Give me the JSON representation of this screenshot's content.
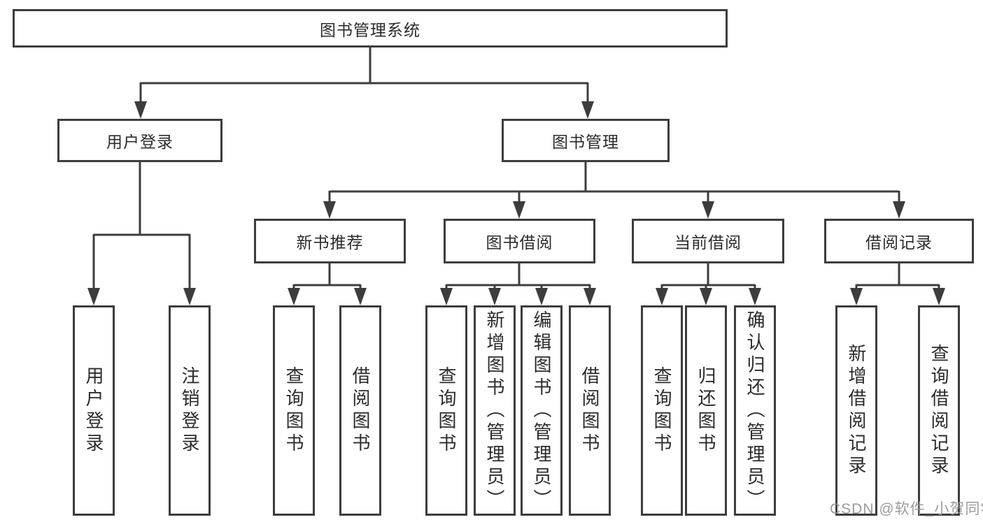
{
  "diagram": {
    "root": {
      "label": "图书管理系统"
    },
    "level2": [
      {
        "label": "用户登录"
      },
      {
        "label": "图书管理"
      }
    ],
    "level3": [
      {
        "label": "新书推荐"
      },
      {
        "label": "图书借阅"
      },
      {
        "label": "当前借阅"
      },
      {
        "label": "借阅记录"
      }
    ],
    "leaves": [
      {
        "label": "用户登录"
      },
      {
        "label": "注销登录"
      },
      {
        "label": "查询图书"
      },
      {
        "label": "借阅图书"
      },
      {
        "label": "查询图书"
      },
      {
        "label": "新增图书（管理员）"
      },
      {
        "label": "编辑图书（管理员）"
      },
      {
        "label": "借阅图书"
      },
      {
        "label": "查询图书"
      },
      {
        "label": "归还图书"
      },
      {
        "label": "确认归还（管理员）"
      },
      {
        "label": "新增借阅记录"
      },
      {
        "label": "查询借阅记录"
      }
    ]
  },
  "watermark": {
    "text": "CSDN @软件_小贺同学"
  },
  "colors": {
    "line": "#3d3d3d",
    "text": "#2b2b2b",
    "watermark": "#949494",
    "background": "#ffffff"
  }
}
